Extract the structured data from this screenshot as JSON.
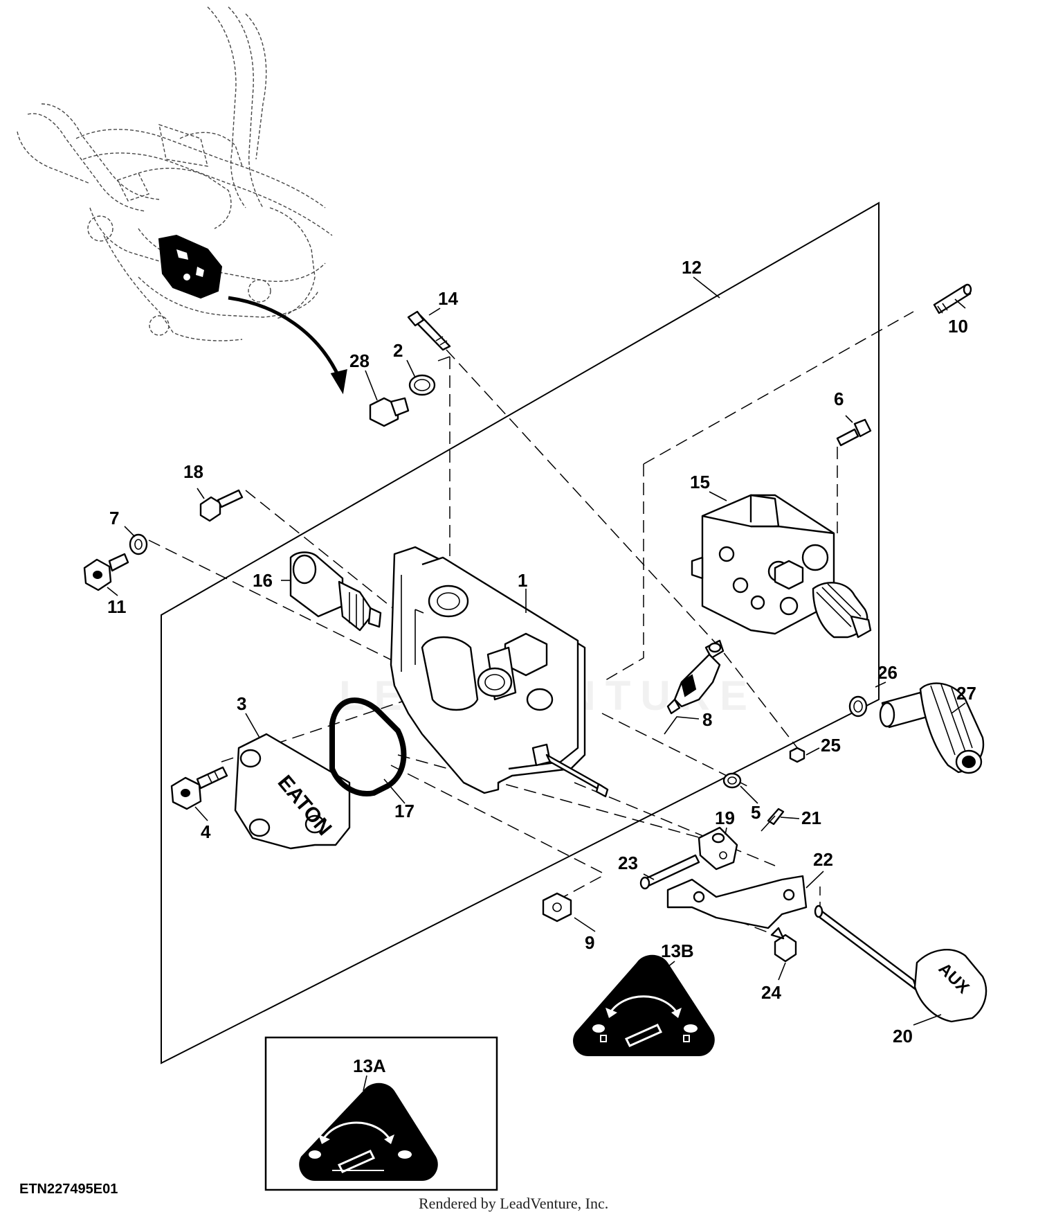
{
  "figure_id": "ETN227495E01",
  "credit": "Rendered by LeadVenture, Inc.",
  "watermark": "LEADVENTURE",
  "decal_brand": "EATON",
  "knob_text": "AUX",
  "callouts": {
    "c1": "1",
    "c2": "2",
    "c3": "3",
    "c4": "4",
    "c5": "5",
    "c6": "6",
    "c7": "7",
    "c8": "8",
    "c9": "9",
    "c10": "10",
    "c11": "11",
    "c12": "12",
    "c13A": "13A",
    "c13B": "13B",
    "c14": "14",
    "c15": "15",
    "c16": "16",
    "c17": "17",
    "c18": "18",
    "c19": "19",
    "c20": "20",
    "c21": "21",
    "c22": "22",
    "c23": "23",
    "c24": "24",
    "c25": "25",
    "c26": "26",
    "c27": "27",
    "c28": "28"
  },
  "icons": {
    "tractor_outline": "hitch-assembly-ghost-icon",
    "decal_13A": "rabbit-turtle-speed-decal-icon",
    "decal_13B": "rabbit-turtle-speed-decal-icon"
  }
}
